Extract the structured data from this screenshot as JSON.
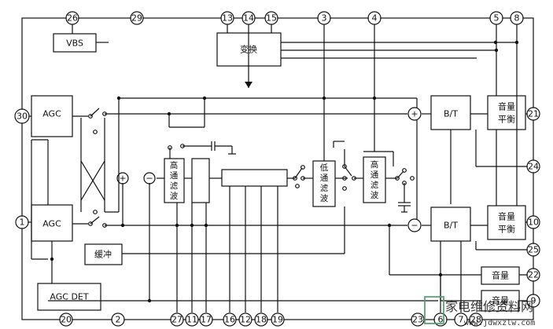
{
  "pins": {
    "p26": "26",
    "p29": "29",
    "p13": "13",
    "p14": "14",
    "p15": "15",
    "p3": "3",
    "p4": "4",
    "p5": "5",
    "p8": "8",
    "p30": "30",
    "p21": "21",
    "p1": "1",
    "p24": "24",
    "p10": "10",
    "p25": "25",
    "p22": "22",
    "p9": "9",
    "p20": "20",
    "p2": "2",
    "p27": "27",
    "p11": "11",
    "p17": "17",
    "p16": "16",
    "p12": "12",
    "p18": "18",
    "p19": "19",
    "p23": "23",
    "p6": "6",
    "p7": "7",
    "p28": "28"
  },
  "blocks": {
    "vbs": "VBS",
    "convert": "变换",
    "agc_top": "AGC",
    "agc_bottom": "AGC",
    "agc_det": "AGC DET",
    "buffer": "缓冲",
    "hpf1": [
      "高",
      "通",
      "滤",
      "波"
    ],
    "lpf": [
      "低",
      "通",
      "滤",
      "波"
    ],
    "hpf2": [
      "高",
      "通",
      "滤",
      "波"
    ],
    "bt_top": "B/T",
    "bt_bottom": "B/T",
    "bal_top": [
      "音量",
      "平衡"
    ],
    "bal_bottom": [
      "音量",
      "平衡"
    ],
    "vol1": "音量",
    "vol2": "音量"
  },
  "signs": {
    "plus": "+",
    "minus": "−"
  },
  "watermark": {
    "text": "家电维修资料网",
    "url": "www.jdwxzlw.com"
  }
}
